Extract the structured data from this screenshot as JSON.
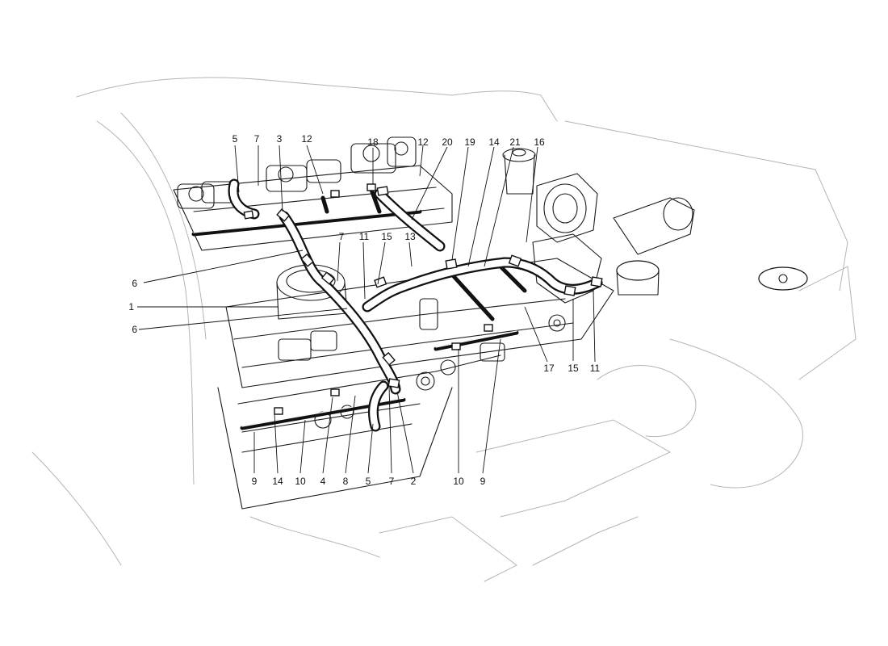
{
  "diagram": {
    "type": "exploded-parts-drawing",
    "subject": "engine bay with breather / vent hose assembly",
    "line_color": "#111111",
    "background": "#ffffff"
  },
  "callouts": [
    {
      "label": "5"
    },
    {
      "label": "7"
    },
    {
      "label": "3"
    },
    {
      "label": "12"
    },
    {
      "label": "18"
    },
    {
      "label": "12"
    },
    {
      "label": "20"
    },
    {
      "label": "19"
    },
    {
      "label": "14"
    },
    {
      "label": "21"
    },
    {
      "label": "16"
    },
    {
      "label": "6"
    },
    {
      "label": "7"
    },
    {
      "label": "11"
    },
    {
      "label": "15"
    },
    {
      "label": "13"
    },
    {
      "label": "1"
    },
    {
      "label": "6"
    },
    {
      "label": "17"
    },
    {
      "label": "15"
    },
    {
      "label": "11"
    },
    {
      "label": "9"
    },
    {
      "label": "14"
    },
    {
      "label": "10"
    },
    {
      "label": "4"
    },
    {
      "label": "8"
    },
    {
      "label": "5"
    },
    {
      "label": "7"
    },
    {
      "label": "2"
    },
    {
      "label": "10"
    },
    {
      "label": "9"
    }
  ]
}
